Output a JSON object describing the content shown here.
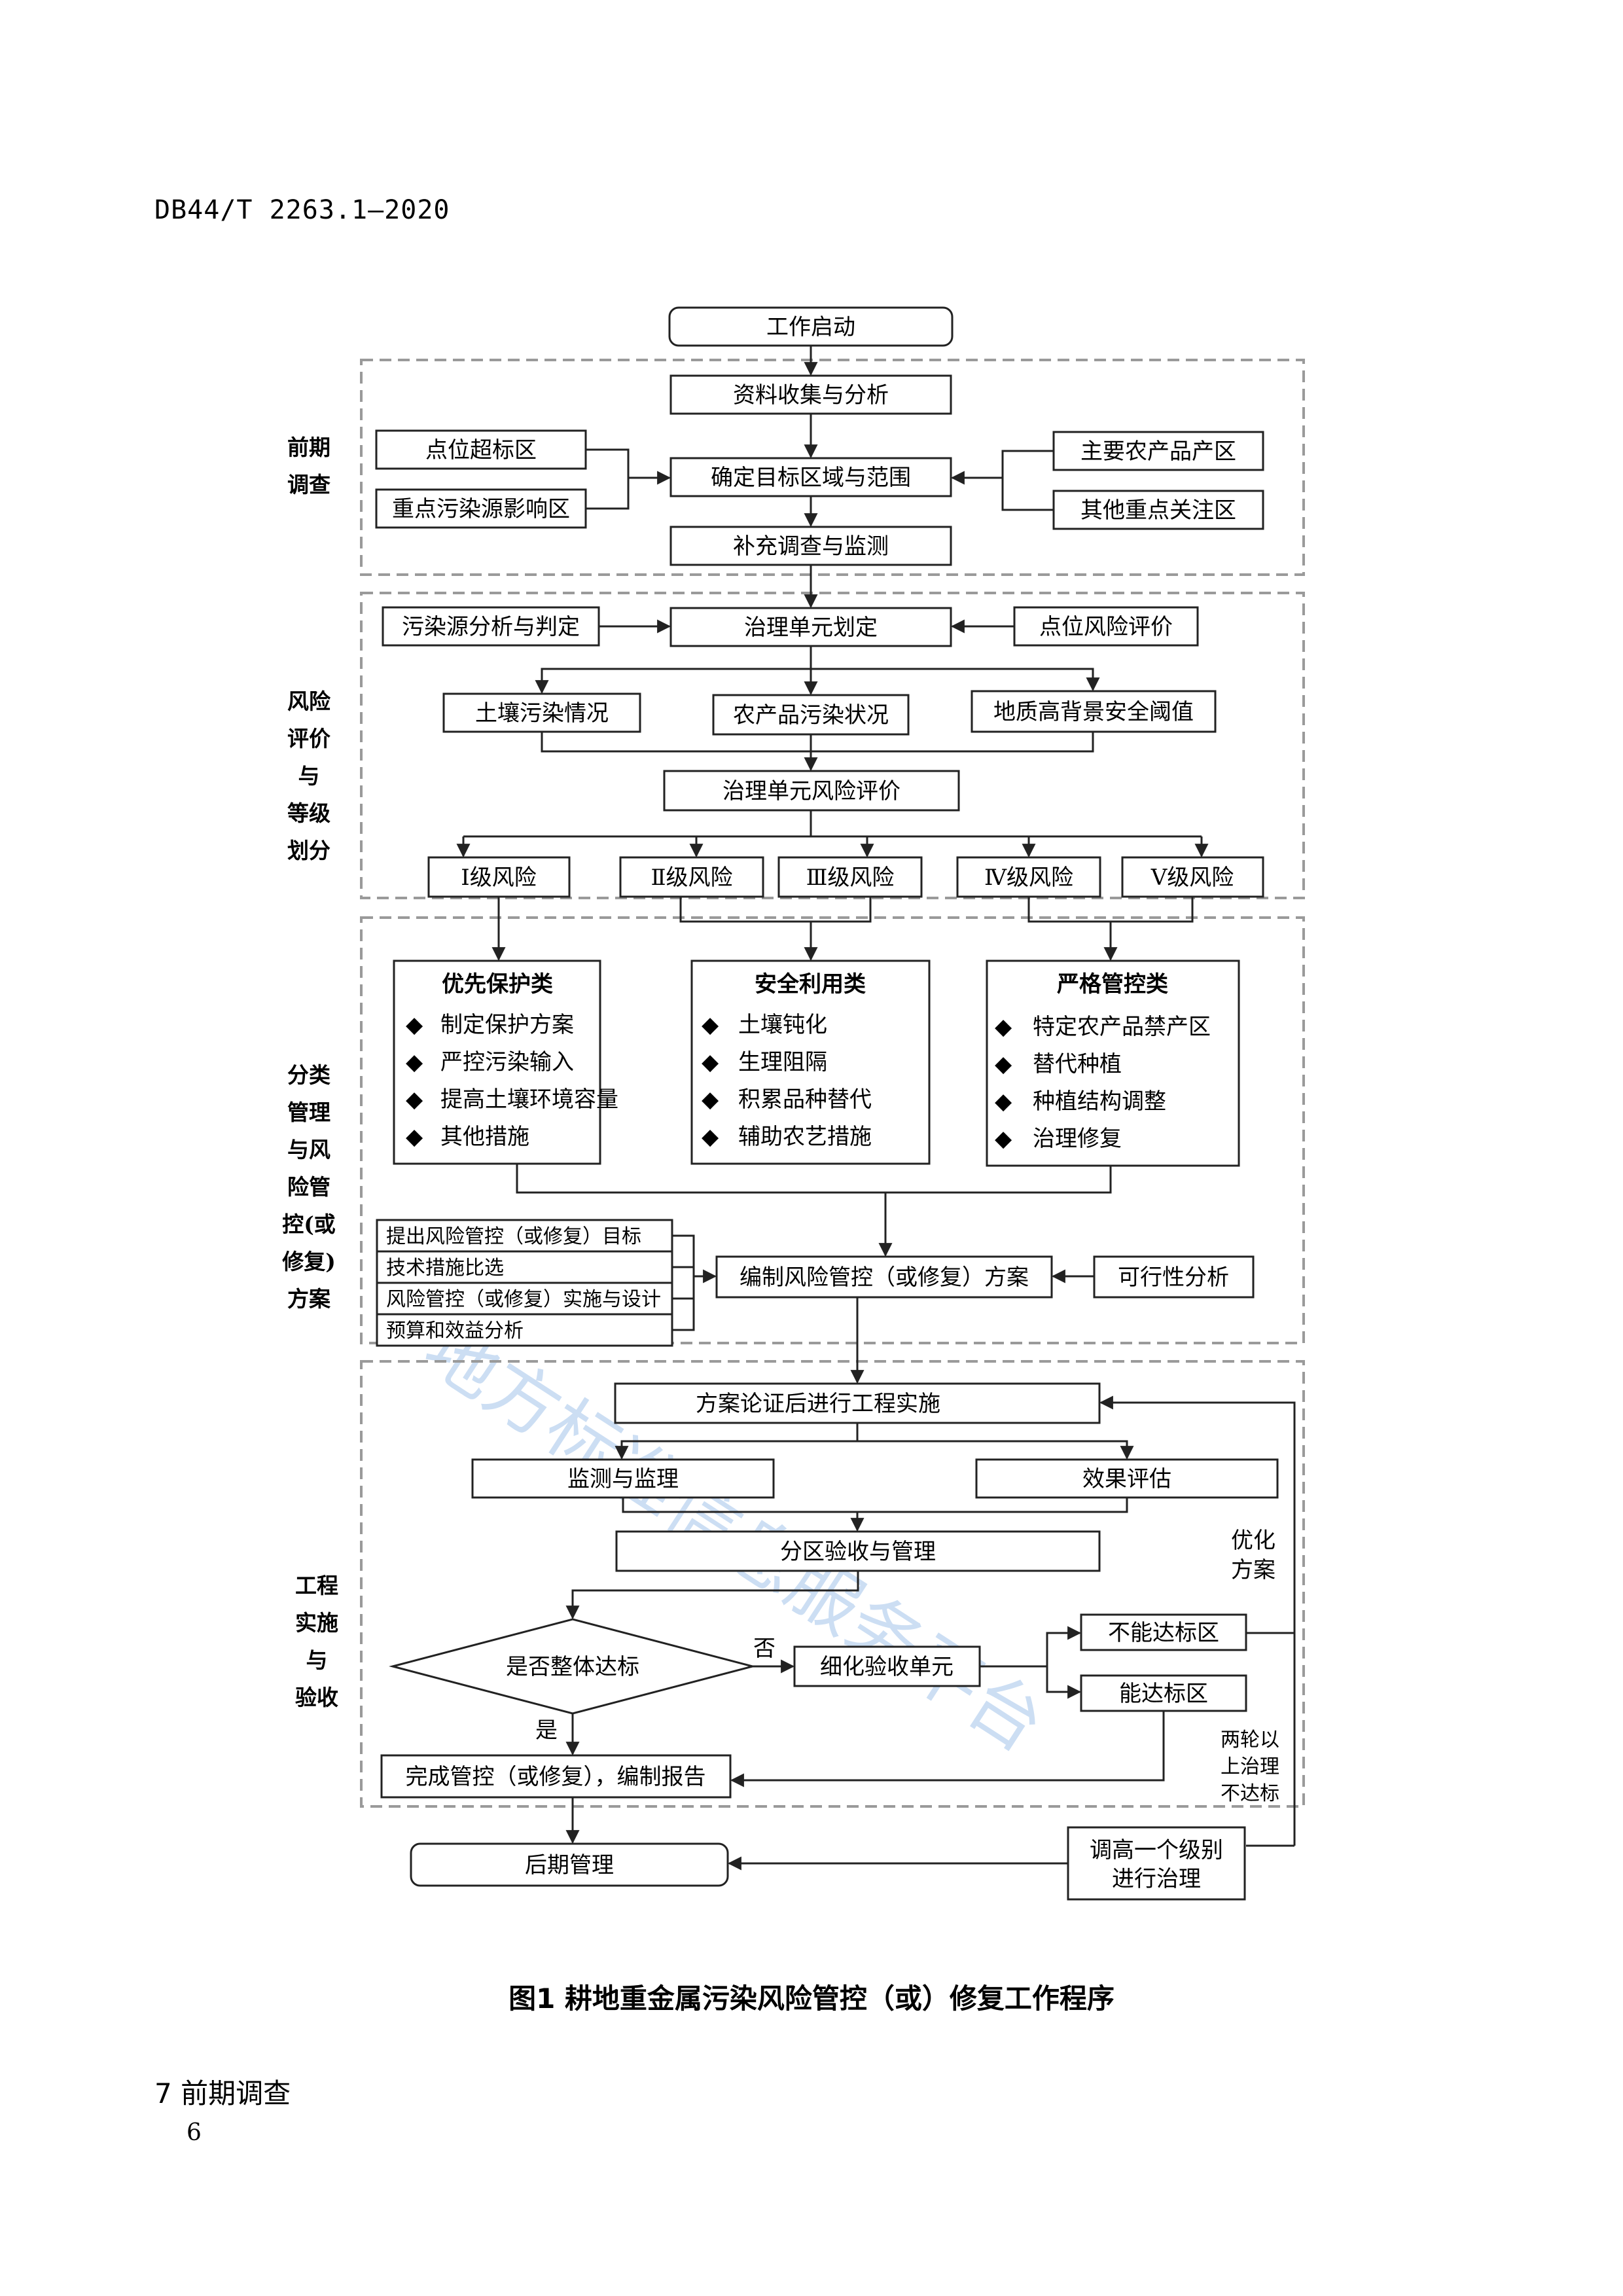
{
  "doc_header": "DB44/T 2263.1—2020",
  "caption": "图1   耕地重金属污染风险管控（或）修复工作程序",
  "section_heading": "7   前期调查",
  "page_number": "6",
  "watermark": "地方标准信息服务平台",
  "stage_labels": {
    "prelim": [
      "前期",
      "调查"
    ],
    "risk": [
      "风险",
      "评价",
      "与",
      "等级",
      "划分"
    ],
    "classify": [
      "分类",
      "管理",
      "与风",
      "险管",
      "控(或",
      "修复)",
      "方案"
    ],
    "engineering": [
      "工程",
      "实施",
      "与",
      "验收"
    ]
  },
  "nodes": {
    "start": "工作启动",
    "collect": "资料收集与分析",
    "exceed_points": "点位超标区",
    "pollution_source_zone": "重点污染源影响区",
    "determine_area": "确定目标区域与范围",
    "main_produce": "主要农产品产区",
    "other_focus": "其他重点关注区",
    "supplement": "补充调查与监测",
    "source_analysis": "污染源分析与判定",
    "unit_division": "治理单元划定",
    "point_risk": "点位风险评价",
    "soil_status": "土壤污染情况",
    "produce_status": "农产品污染状况",
    "geo_background": "地质高背景安全阈值",
    "unit_risk": "治理单元风险评价",
    "risk_levels": [
      "Ⅰ级风险",
      "Ⅱ级风险",
      "Ⅲ级风险",
      "Ⅳ级风险",
      "Ⅴ级风险"
    ],
    "priority": {
      "title": "优先保护类",
      "items": [
        "制定保护方案",
        "严控污染输入",
        "提高土壤环境容量",
        "其他措施"
      ]
    },
    "safe_use": {
      "title": "安全利用类",
      "items": [
        "土壤钝化",
        "生理阻隔",
        "积累品种替代",
        "辅助农艺措施"
      ]
    },
    "strict": {
      "title": "严格管控类",
      "items": [
        "特定农产品禁产区",
        "替代种植",
        "种植结构调整",
        "治理修复"
      ]
    },
    "plan_items": [
      "提出风险管控（或修复）目标",
      "技术措施比选",
      "风险管控（或修复）实施与设计",
      "预算和效益分析"
    ],
    "compile_plan": "编制风险管控（或修复）方案",
    "feasibility": "可行性分析",
    "implement": "方案论证后进行工程实施",
    "monitor": "监测与监理",
    "effect_eval": "效果评估",
    "zone_accept": "分区验收与管理",
    "decision": "是否整体达标",
    "no_label": "否",
    "yes_label": "是",
    "refine_unit": "细化验收单元",
    "not_reach": "不能达标区",
    "can_reach": "能达标区",
    "optimize": [
      "优化",
      "方案"
    ],
    "two_rounds": [
      "两轮以",
      "上治理",
      "不达标"
    ],
    "complete": "完成管控（或修复），编制报告",
    "raise_level": [
      "调高一个级别",
      "进行治理"
    ],
    "post_mgmt": "后期管理"
  }
}
